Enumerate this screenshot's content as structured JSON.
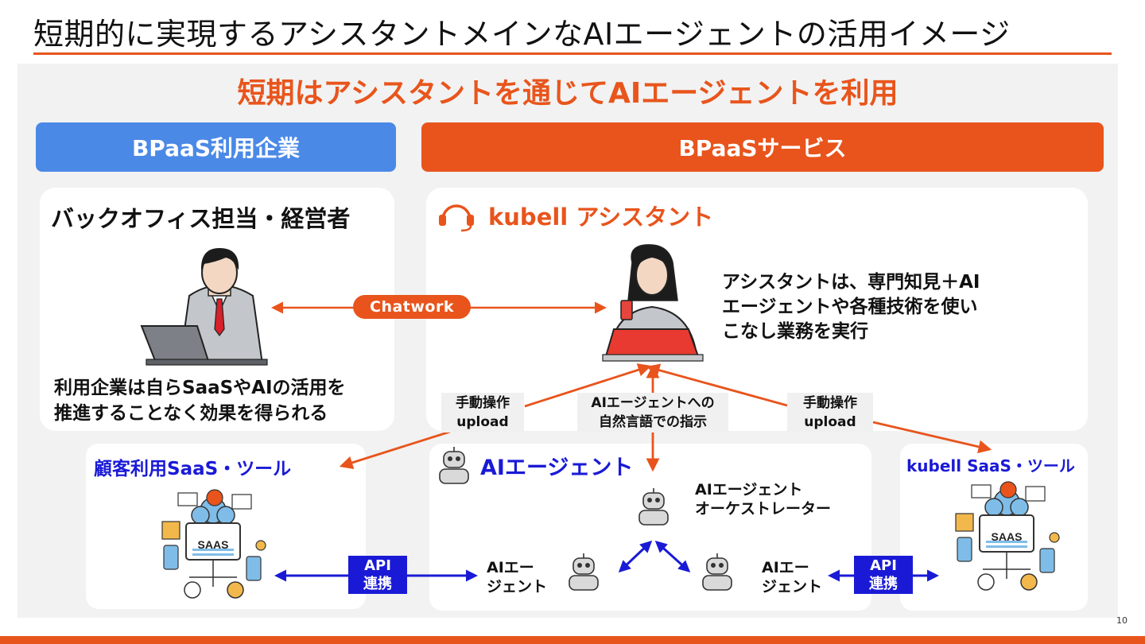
{
  "page": {
    "title": "短期的に実現するアシスタントメインなAIエージェントの活用イメージ",
    "headline": "短期はアシスタントを通じてAIエージェントを利用",
    "page_number": "10"
  },
  "banners": {
    "client": "BPaaS利用企業",
    "service": "BPaaSサービス"
  },
  "client_card": {
    "heading": "バックオフィス担当・経営者",
    "desc_line1": "利用企業は自らSaaSやAIの活用を",
    "desc_line2": "推進することなく効果を得られる"
  },
  "assistant_card": {
    "heading": "kubell アシスタント",
    "desc_line1": "アシスタントは、専門知見＋AI",
    "desc_line2": "エージェントや各種技術を使い",
    "desc_line3": "こなし業務を実行"
  },
  "chatwork_label": "Chatwork",
  "notes": {
    "manual_left_line1": "手動操作",
    "manual_left_line2": "upload",
    "instruction_line1": "AIエージェントへの",
    "instruction_line2": "自然言語での指示",
    "manual_right_line1": "手動操作",
    "manual_right_line2": "upload"
  },
  "customer_saas": {
    "heading": "顧客利用SaaS・ツール",
    "saas_label": "SAAS"
  },
  "agent_card": {
    "heading": "AIエージェント",
    "orchestrator_line1": "AIエージェント",
    "orchestrator_line2": "オーケストレーター",
    "agent_left_line1": "AIエー",
    "agent_left_line2": "ジェント",
    "agent_right_line1": "AIエー",
    "agent_right_line2": "ジェント"
  },
  "kubell_saas": {
    "heading": "kubell SaaS・ツール",
    "saas_label": "SAAS"
  },
  "api": {
    "left_line1": "API",
    "left_line2": "連携",
    "right_line1": "API",
    "right_line2": "連携"
  },
  "colors": {
    "accent_orange": "#e8541c",
    "client_blue": "#4b89e6",
    "agent_blue": "#1a1ad6",
    "background_gray": "#f2f2f2"
  },
  "icons": {
    "assistant_icon": "headset-icon",
    "agent_icon": "robot-icon",
    "saas_icon": "saas-cloud-illustration"
  }
}
